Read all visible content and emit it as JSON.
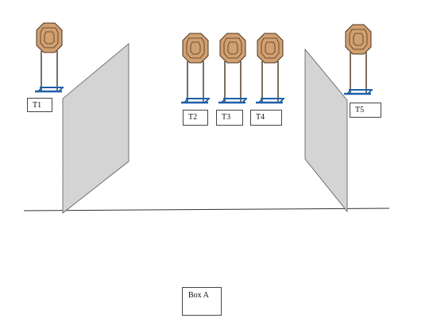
{
  "colors": {
    "target_face": "#d2a070",
    "target_edge": "#4a3520",
    "stand_post": "#5a4a3a",
    "stand_base": "#1f5fa8",
    "wall_fill": "#d4d4d4",
    "wall_edge": "#555555",
    "ground_line": "#333333",
    "box_border": "#444444"
  },
  "icons": {
    "target": "steel-octagon-target-icon",
    "stand": "target-stand-icon",
    "wall": "vision-barrier-wall"
  },
  "targets": [
    {
      "id": "t1",
      "label": "T1"
    },
    {
      "id": "t2",
      "label": "T2"
    },
    {
      "id": "t3",
      "label": "T3"
    },
    {
      "id": "t4",
      "label": "T4"
    },
    {
      "id": "t5",
      "label": "T5"
    }
  ],
  "shooting_box": {
    "label": "Box A"
  }
}
